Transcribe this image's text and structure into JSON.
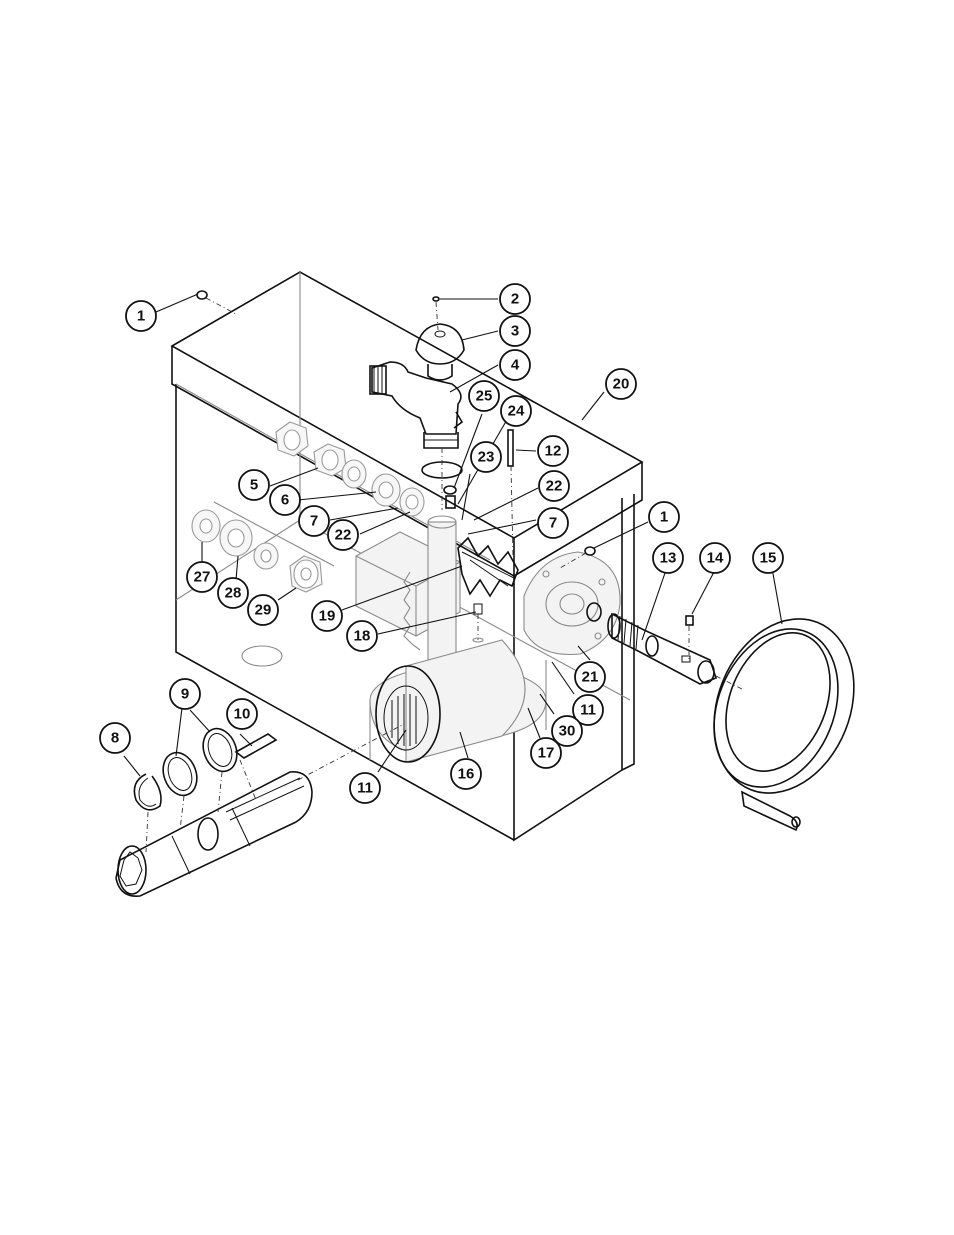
{
  "callouts": [
    {
      "id": "c1a",
      "label": "1"
    },
    {
      "id": "c2",
      "label": "2"
    },
    {
      "id": "c3",
      "label": "3"
    },
    {
      "id": "c4",
      "label": "4"
    },
    {
      "id": "c20",
      "label": "20"
    },
    {
      "id": "c25",
      "label": "25"
    },
    {
      "id": "c24",
      "label": "24"
    },
    {
      "id": "c12",
      "label": "12"
    },
    {
      "id": "c23",
      "label": "23"
    },
    {
      "id": "c22a",
      "label": "22"
    },
    {
      "id": "c5",
      "label": "5"
    },
    {
      "id": "c6",
      "label": "6"
    },
    {
      "id": "c7a",
      "label": "7"
    },
    {
      "id": "c22b",
      "label": "22"
    },
    {
      "id": "c7b",
      "label": "7"
    },
    {
      "id": "c1b",
      "label": "1"
    },
    {
      "id": "c27",
      "label": "27"
    },
    {
      "id": "c28",
      "label": "28"
    },
    {
      "id": "c29",
      "label": "29"
    },
    {
      "id": "c19",
      "label": "19"
    },
    {
      "id": "c18",
      "label": "18"
    },
    {
      "id": "c13",
      "label": "13"
    },
    {
      "id": "c14",
      "label": "14"
    },
    {
      "id": "c15",
      "label": "15"
    },
    {
      "id": "c21",
      "label": "21"
    },
    {
      "id": "c11a",
      "label": "11"
    },
    {
      "id": "c30",
      "label": "30"
    },
    {
      "id": "c17",
      "label": "17"
    },
    {
      "id": "c16",
      "label": "16"
    },
    {
      "id": "c11b",
      "label": "11"
    },
    {
      "id": "c9",
      "label": "9"
    },
    {
      "id": "c10",
      "label": "10"
    },
    {
      "id": "c8",
      "label": "8"
    }
  ]
}
